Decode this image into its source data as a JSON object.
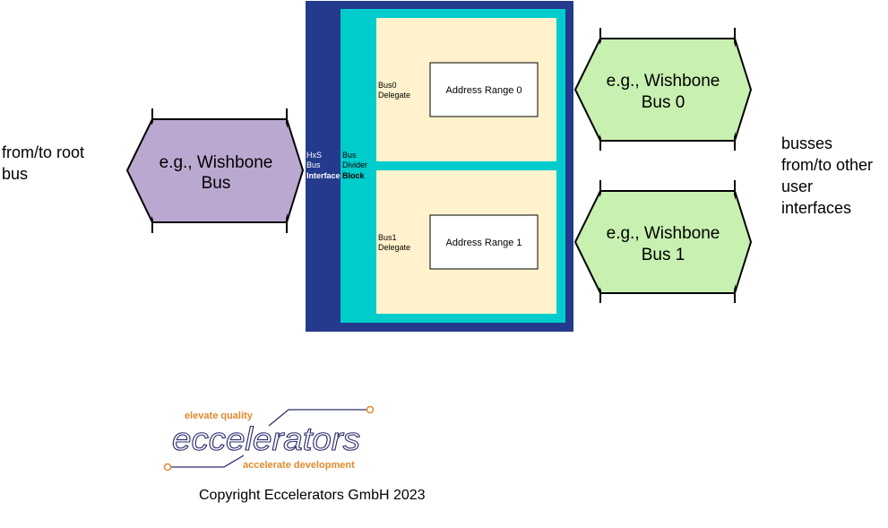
{
  "left_bus": {
    "label_line1": "e.g., Wishbone",
    "label_line2": "Bus",
    "color": "#bba8d1"
  },
  "left_caption": "from/to root\nbus",
  "right_caption": "busses\nfrom/to other\nuser\ninterfaces",
  "interface_block": {
    "outer_color": "#243a8c",
    "divider_color": "#00cccc",
    "delegate_color": "#fff2cc",
    "hxs_label": {
      "line1": "HxS",
      "line2": "Bus",
      "line3": "Interface"
    },
    "divider_label": {
      "line1": "Bus",
      "line2": "Divider",
      "line3": "Block"
    }
  },
  "delegates": [
    {
      "label_line1": "Bus0",
      "label_line2": "Delegate",
      "range_label": "Address Range 0"
    },
    {
      "label_line1": "Bus1",
      "label_line2": "Delegate",
      "range_label": "Address Range 1"
    }
  ],
  "right_buses": [
    {
      "label_line1": "e.g., Wishbone",
      "label_line2": "Bus 0"
    },
    {
      "label_line1": "e.g., Wishbone",
      "label_line2": "Bus 1"
    }
  ],
  "right_bus_color": "#c8f0b0",
  "logo": {
    "wordmark": "eccelerators",
    "tagline_top": "elevate quality",
    "tagline_bottom": "accelerate development",
    "accent_color": "#e08a2e",
    "wordmark_color": "#2f2f6f"
  },
  "copyright": "Copyright Eccelerators GmbH 2023"
}
